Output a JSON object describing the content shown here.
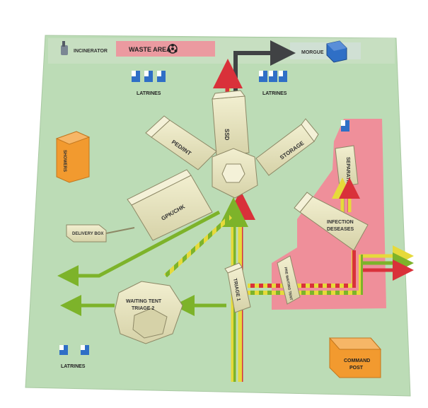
{
  "colors": {
    "ground": "#bcdcb6",
    "waste_area": "#eb9aa0",
    "infection_zone": "#ef8f9a",
    "tent_fill": "#e8e4bc",
    "tent_stroke": "#8d8866",
    "orange_tent": "#f29a2f",
    "blue_box": "#2f6fc6",
    "arrow_green": "#7db32a",
    "arrow_yellow": "#e6da3b",
    "arrow_red": "#d9313a",
    "arrow_dark": "#404244"
  },
  "labels": {
    "incinerator": "INCINERATOR",
    "waste_area": "WASTE AREA",
    "morgue": "MORGUE",
    "latrines_left": "LATRINES",
    "latrines_right": "LATRINES",
    "latrines_bottom": "LATRINES",
    "ssd": "SSD",
    "ped_int": "PED/INT",
    "storage": "STORAGE",
    "separation": "SEPARATION",
    "showers": "SHOWERS",
    "gpk_chk": "GPK/CHK",
    "delivery_box": "DELIVERY BOX",
    "infection_line1": "INFECTION",
    "infection_line2": "DESEASES",
    "triage_1": "TRIAGE 1",
    "pre_waiting_tent": "PRE WAITING TENT",
    "waiting_tent_line1": "WAITING TENT",
    "waiting_tent_line2": "TRIAGE 2",
    "command_post_line1": "COMMAND",
    "command_post_line2": "POST"
  },
  "icons": {
    "incinerator": "incinerator-icon",
    "biohazard": "biohazard-icon",
    "morgue": "morgue-box-icon",
    "latrine": "latrine-icon"
  }
}
